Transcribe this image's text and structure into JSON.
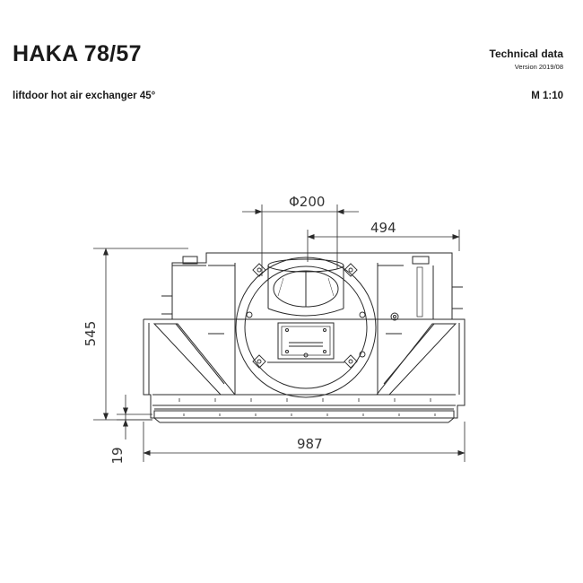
{
  "header": {
    "title": "HAKA 78/57",
    "subtitle": "liftdoor hot air exchanger 45°",
    "doc_type": "Technical data",
    "version": "Version 2019/08",
    "scale": "M 1:10"
  },
  "dimensions": {
    "diameter": "Φ200",
    "offset": "494",
    "height": "545",
    "width": "987",
    "base": "19"
  }
}
